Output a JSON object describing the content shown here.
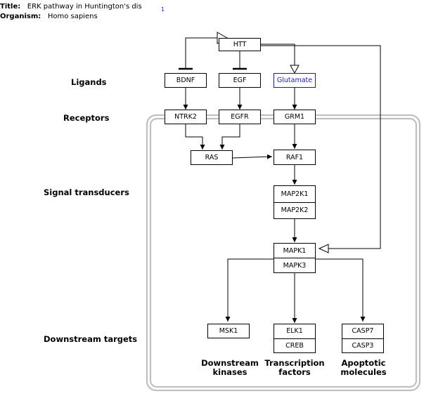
{
  "header": {
    "title_label": "Title:",
    "title_value": "ERK pathway in Huntington's dis",
    "organism_label": "Organism:",
    "organism_value": "Homo sapiens",
    "page_number": "1"
  },
  "sections": {
    "ligands": "Ligands",
    "receptors": "Receptors",
    "signal_transducers": "Signal transducers",
    "downstream_targets": "Downstream targets"
  },
  "nodes": {
    "htt": "HTT",
    "bdnf": "BDNF",
    "egf": "EGF",
    "glutamate": "Glutamate",
    "ntrk2": "NTRK2",
    "egfr": "EGFR",
    "grm1": "GRM1",
    "ras": "RAS",
    "raf1": "RAF1",
    "map2k1": "MAP2K1",
    "map2k2": "MAP2K2",
    "mapk1": "MAPK1",
    "mapk3": "MAPK3",
    "msk1": "MSK1",
    "elk1": "ELK1",
    "creb": "CREB",
    "casp7": "CASP7",
    "casp3": "CASP3"
  },
  "categories": {
    "kinases": "Downstream\nkinases",
    "transcription": "Transcription\nfactors",
    "apoptotic": "Apoptotic\nmolecules"
  },
  "colors": {
    "link": "#1a1aa6",
    "compartment_border": "#c0c0c0"
  }
}
